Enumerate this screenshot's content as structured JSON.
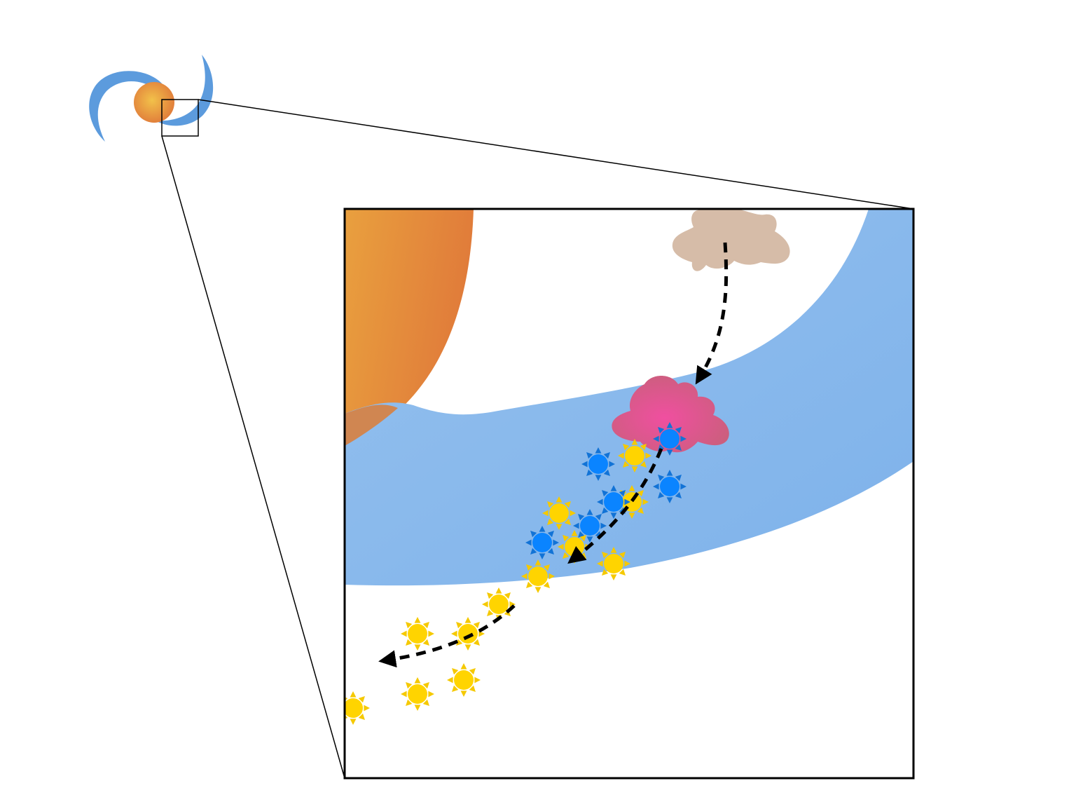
{
  "figure": {
    "description_text": "",
    "colors": {
      "background": "#ffffff",
      "core_light": "#f2b441",
      "core_dark": "#e07a3a",
      "arm_blue": "#7fb4ea",
      "arm_blue_deep": "#4a90d9",
      "cloud_tan": "#d6bca8",
      "cloud_pink": "#e84f9a",
      "cloud_pink_edge": "#c95a7e",
      "star_yellow": "#ffd400",
      "star_yellow_ray": "#f5c900",
      "star_blue": "#0a84ff",
      "star_blue_ray": "#1273d6",
      "arrow": "#000000",
      "frame": "#000000"
    },
    "elements": {
      "galaxy_icon": "spiral-galaxy-icon",
      "zoom_box": "zoom-indicator-box",
      "inset_frame": "zoom-inset-frame",
      "gas_cloud": "molecular-cloud-icon",
      "star_forming_cloud": "star-forming-cloud-icon",
      "young_star": "blue-star-icon",
      "old_star": "yellow-star-icon",
      "flow_arrow": "dashed-arrow"
    }
  }
}
